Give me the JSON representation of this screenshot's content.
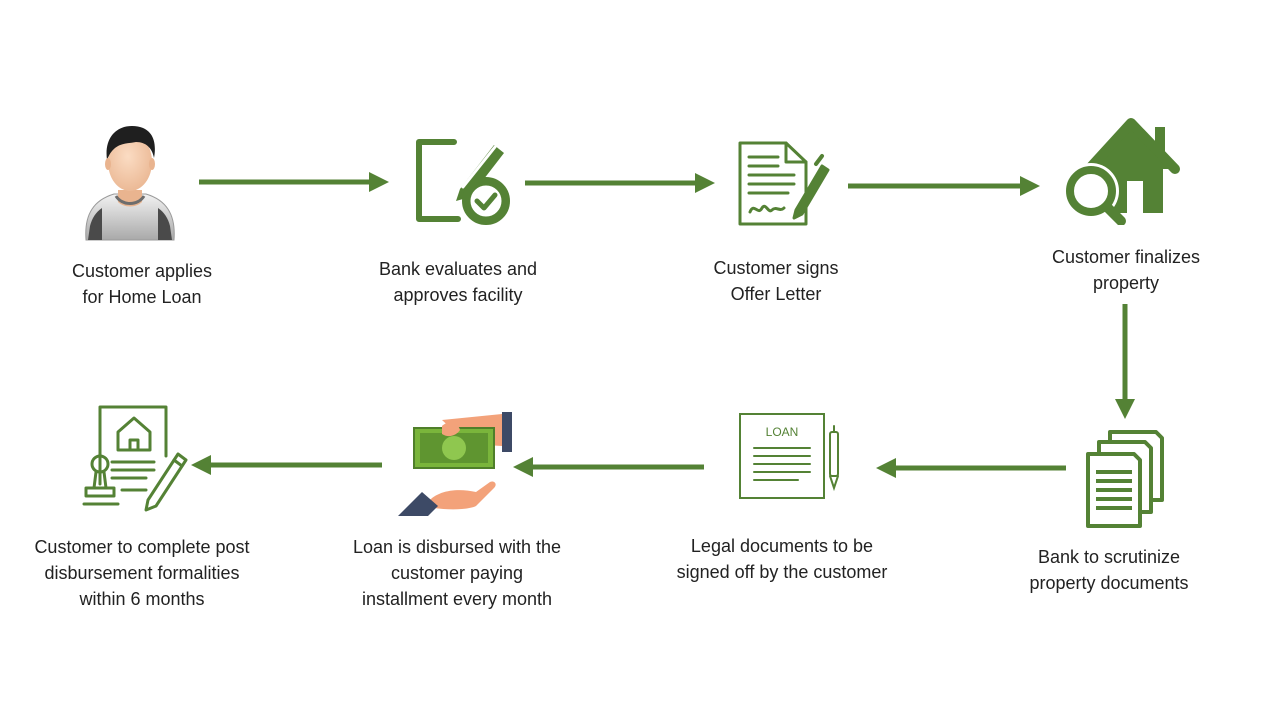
{
  "colors": {
    "green": "#548235",
    "skin": "#f5c9a6",
    "text": "#222222"
  },
  "steps": [
    {
      "icon": "person-icon",
      "lines": [
        "Customer applies",
        "for Home Loan"
      ]
    },
    {
      "icon": "edit-approve-icon",
      "lines": [
        "Bank evaluates and",
        "approves facility"
      ]
    },
    {
      "icon": "sign-document-icon",
      "lines": [
        "Customer signs",
        "Offer Letter"
      ]
    },
    {
      "icon": "house-search-icon",
      "lines": [
        "Customer finalizes",
        "property"
      ]
    },
    {
      "icon": "document-stack-icon",
      "lines": [
        "Bank to scrutinize",
        "property documents"
      ]
    },
    {
      "icon": "loan-document-icon",
      "doc_title": "LOAN",
      "lines": [
        "Legal documents to be",
        "signed off by the customer"
      ]
    },
    {
      "icon": "cash-handover-icon",
      "lines": [
        "Loan is disbursed with the",
        "customer paying",
        "installment every month"
      ]
    },
    {
      "icon": "property-stamp-icon",
      "lines": [
        "Customer to complete post",
        "disbursement formalities",
        "within 6 months"
      ]
    }
  ]
}
